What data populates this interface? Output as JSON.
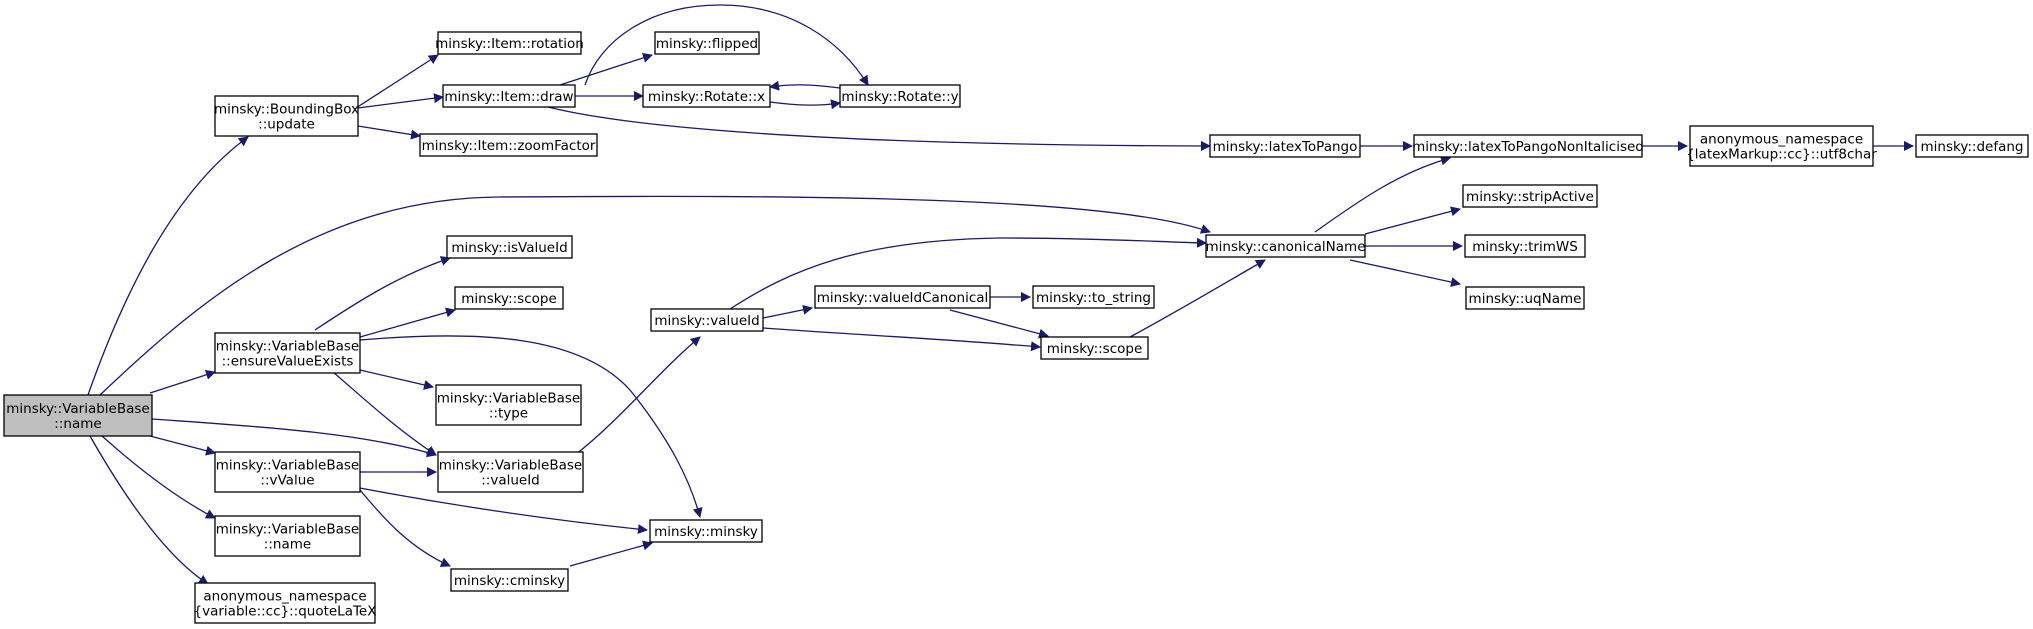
{
  "colors": {
    "edge": "#191970",
    "node_border": "#000000",
    "node_fill": "#ffffff",
    "root_fill": "#bfbfbf"
  },
  "nodes": [
    {
      "id": "root",
      "lines": [
        "minsky::VariableBase",
        "::name"
      ],
      "root": true
    },
    {
      "id": "bbox_update",
      "lines": [
        "minsky::BoundingBox",
        "::update"
      ]
    },
    {
      "id": "item_rotation",
      "lines": [
        "minsky::Item::rotation"
      ]
    },
    {
      "id": "item_draw",
      "lines": [
        "minsky::Item::draw"
      ]
    },
    {
      "id": "flipped",
      "lines": [
        "minsky::flipped"
      ]
    },
    {
      "id": "rotate_x",
      "lines": [
        "minsky::Rotate::x"
      ]
    },
    {
      "id": "rotate_y",
      "lines": [
        "minsky::Rotate::y"
      ]
    },
    {
      "id": "zoomfactor",
      "lines": [
        "minsky::Item::zoomFactor"
      ]
    },
    {
      "id": "latextopango",
      "lines": [
        "minsky::latexToPango"
      ]
    },
    {
      "id": "latexnonital",
      "lines": [
        "minsky::latexToPangoNonItalicised"
      ]
    },
    {
      "id": "utf8char",
      "lines": [
        "anonymous_namespace",
        "{latexMarkup::cc}::utf8char"
      ]
    },
    {
      "id": "defang",
      "lines": [
        "minsky::defang"
      ]
    },
    {
      "id": "canonicalname",
      "lines": [
        "minsky::canonicalName"
      ]
    },
    {
      "id": "stripactive",
      "lines": [
        "minsky::stripActive"
      ]
    },
    {
      "id": "trimws",
      "lines": [
        "minsky::trimWS"
      ]
    },
    {
      "id": "uqname",
      "lines": [
        "minsky::uqName"
      ]
    },
    {
      "id": "isvalueid",
      "lines": [
        "minsky::isValueId"
      ]
    },
    {
      "id": "scope1",
      "lines": [
        "minsky::scope"
      ]
    },
    {
      "id": "ensurevalue",
      "lines": [
        "minsky::VariableBase",
        "::ensureValueExists"
      ]
    },
    {
      "id": "vb_type",
      "lines": [
        "minsky::VariableBase",
        "::type"
      ]
    },
    {
      "id": "valueid",
      "lines": [
        "minsky::valueId"
      ]
    },
    {
      "id": "valueidcanon",
      "lines": [
        "minsky::valueIdCanonical"
      ]
    },
    {
      "id": "to_string",
      "lines": [
        "minsky::to_string"
      ]
    },
    {
      "id": "scope2",
      "lines": [
        "minsky::scope"
      ]
    },
    {
      "id": "vb_valueid",
      "lines": [
        "minsky::VariableBase",
        "::valueId"
      ]
    },
    {
      "id": "vb_vvalue",
      "lines": [
        "minsky::VariableBase",
        "::vValue"
      ]
    },
    {
      "id": "minsky_minsky",
      "lines": [
        "minsky::minsky"
      ]
    },
    {
      "id": "vb_name2",
      "lines": [
        "minsky::VariableBase",
        "::name"
      ]
    },
    {
      "id": "cminsky",
      "lines": [
        "minsky::cminsky"
      ]
    },
    {
      "id": "quotelatex",
      "lines": [
        "anonymous_namespace",
        "{variable::cc}::quoteLaTeX"
      ]
    }
  ]
}
